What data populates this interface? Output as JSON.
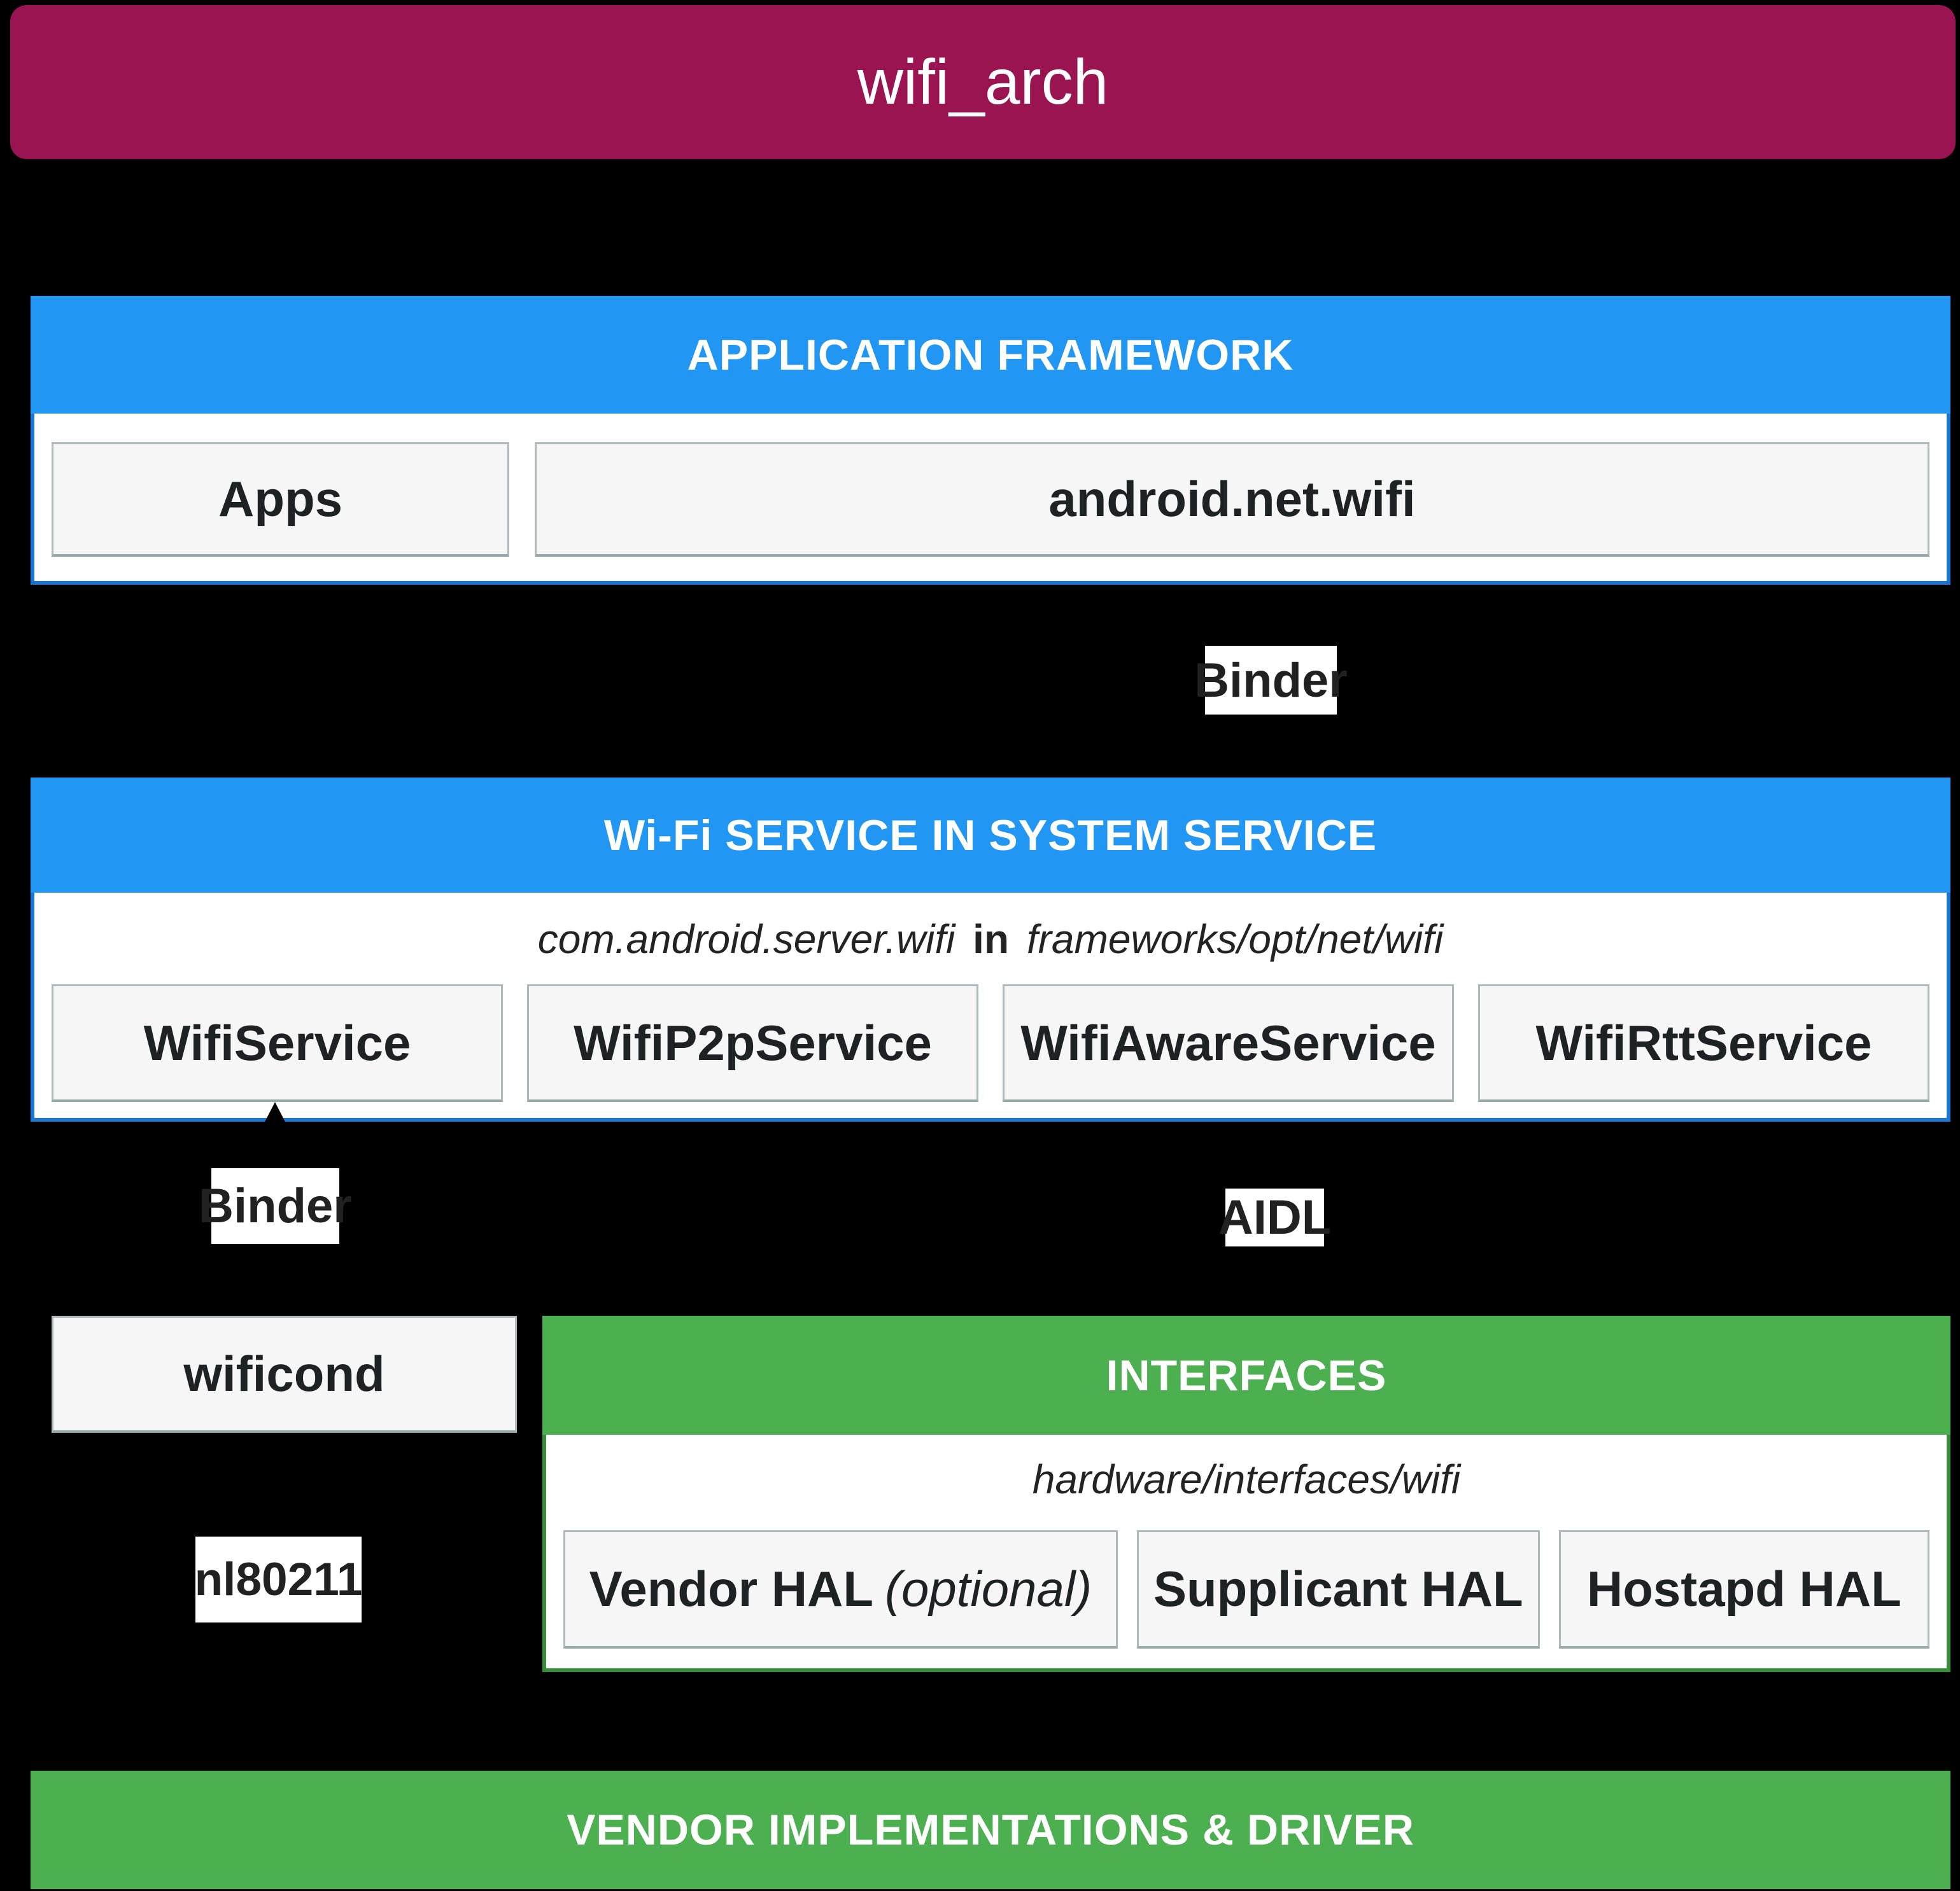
{
  "title_bar": {
    "text": "wifi_arch"
  },
  "colors": {
    "title_bar_bg": "#9A1452",
    "blue_header": "#2196F3",
    "blue_border": "#1976D2",
    "green_header": "#4CAF50",
    "green_border": "#388E3C",
    "background": "#000000",
    "box_fill": "#F5F6F5",
    "text": "#212121"
  },
  "framework_section": {
    "header": "APPLICATION FRAMEWORK",
    "apps_box": "Apps",
    "api_box": "android.net.wifi"
  },
  "labels": {
    "binder_top": "Binder",
    "binder_left": "Binder",
    "aidl": "AIDL",
    "nl80211": "nl80211"
  },
  "wifi_service_section": {
    "header": "Wi-Fi SERVICE IN SYSTEM SERVICE",
    "path": {
      "prefix": "com.android.server.wifi",
      "infix": "in",
      "suffix": "frameworks/opt/net/wifi"
    },
    "boxes": [
      "WifiService",
      "WifiP2pService",
      "WifiAwareService",
      "WifiRttService"
    ]
  },
  "wificond_box": "wificond",
  "interfaces_section": {
    "header": "INTERFACES",
    "path": "hardware/interfaces/wifi",
    "boxes": [
      {
        "main": "Vendor HAL",
        "note": "(optional)"
      },
      {
        "main": "Supplicant HAL",
        "note": ""
      },
      {
        "main": "Hostapd HAL",
        "note": ""
      }
    ]
  },
  "vendor_section": {
    "header": "VENDOR IMPLEMENTATIONS & DRIVER"
  }
}
